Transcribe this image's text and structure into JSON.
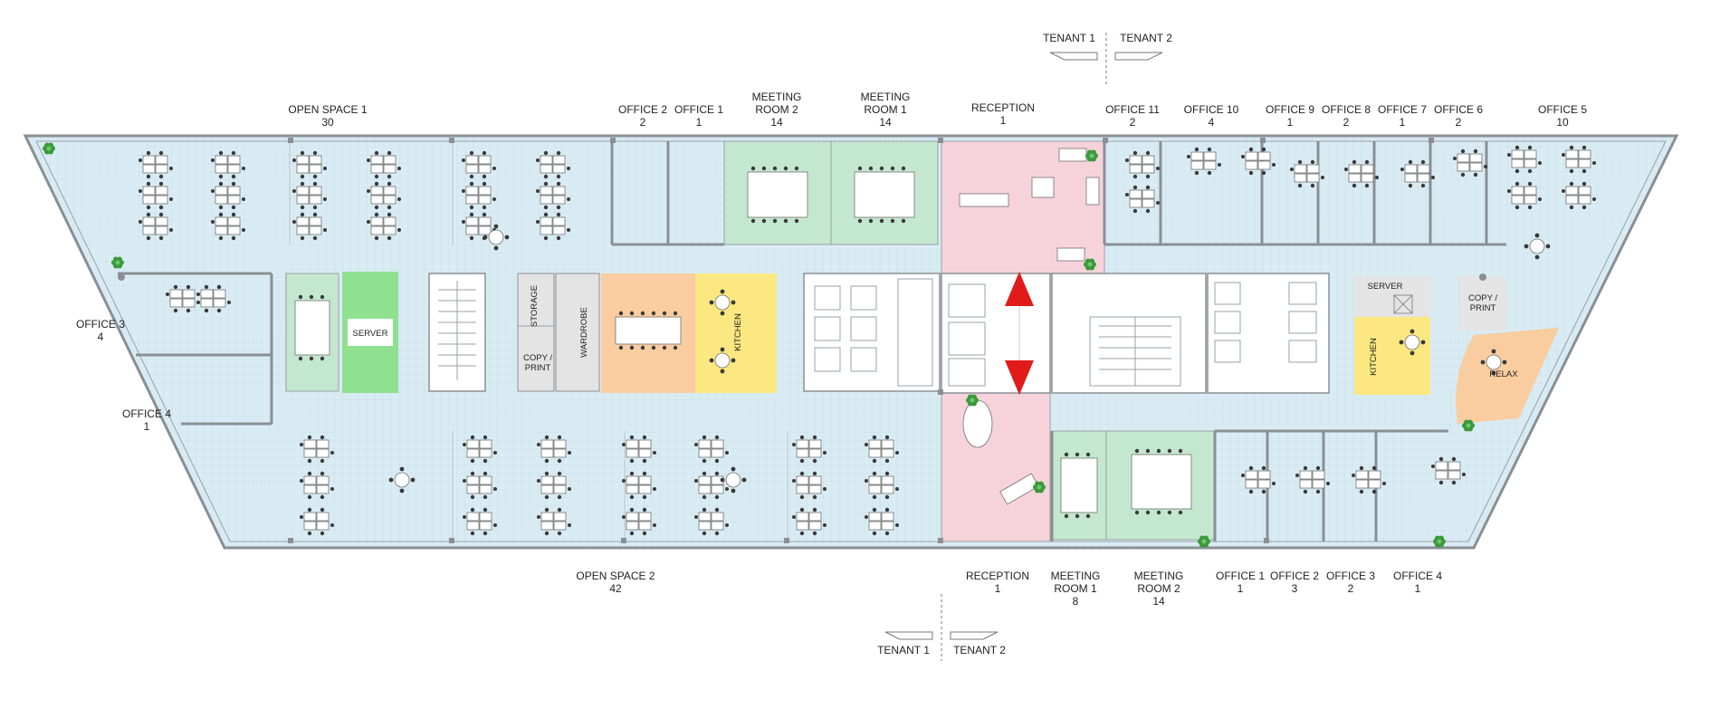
{
  "labels": {
    "open_space_1": {
      "name": "OPEN SPACE 1",
      "count": "30"
    },
    "office_2_t1": {
      "name": "OFFICE 2",
      "count": "2"
    },
    "office_1_t1": {
      "name": "OFFICE 1",
      "count": "1"
    },
    "meeting_room_2_t1": {
      "line1": "MEETING",
      "line2": "ROOM 2",
      "count": "14"
    },
    "meeting_room_1_t1": {
      "line1": "MEETING",
      "line2": "ROOM 1",
      "count": "14"
    },
    "reception_top": {
      "name": "RECEPTION",
      "count": "1"
    },
    "office_11": {
      "name": "OFFICE 11",
      "count": "2"
    },
    "office_10": {
      "name": "OFFICE 10",
      "count": "4"
    },
    "office_9": {
      "name": "OFFICE 9",
      "count": "1"
    },
    "office_8": {
      "name": "OFFICE 8",
      "count": "2"
    },
    "office_7": {
      "name": "OFFICE 7",
      "count": "1"
    },
    "office_6": {
      "name": "OFFICE 6",
      "count": "2"
    },
    "office_5": {
      "name": "OFFICE 5",
      "count": "10"
    },
    "office_3_t1": {
      "name": "OFFICE 3",
      "count": "4"
    },
    "office_4_t1": {
      "name": "OFFICE 4",
      "count": "1"
    },
    "open_space_2": {
      "name": "OPEN SPACE 2",
      "count": "42"
    },
    "reception_bottom": {
      "name": "RECEPTION",
      "count": "1"
    },
    "meeting_room_1_t2": {
      "line1": "MEETING",
      "line2": "ROOM 1",
      "count": "8"
    },
    "meeting_room_2_t2": {
      "line1": "MEETING",
      "line2": "ROOM 2",
      "count": "14"
    },
    "office_1_t2": {
      "name": "OFFICE 1",
      "count": "1"
    },
    "office_2_t2": {
      "name": "OFFICE 2",
      "count": "3"
    },
    "office_3_t2": {
      "name": "OFFICE 3",
      "count": "2"
    },
    "office_4_t2": {
      "name": "OFFICE 4",
      "count": "1"
    }
  },
  "tenants": {
    "tenant_1": "TENANT 1",
    "tenant_2": "TENANT 2"
  },
  "rooms": {
    "server_left": "SERVER",
    "storage": "STORAGE",
    "copy_print_left_1": "COPY /",
    "copy_print_left_2": "PRINT",
    "wardrobe": "WARDROBE",
    "kitchen_left": "KITCHEN",
    "server_right": "SERVER",
    "kitchen_right": "KITCHEN",
    "copy_print_right_1": "COPY /",
    "copy_print_right_2": "PRINT",
    "relax": "RELAX"
  },
  "colors": {
    "office_fill": "#d9ecf4",
    "meeting_fill": "#c4e8cf",
    "server_fill": "#8fe08f",
    "reception_fill": "#f6d3da",
    "lounge_fill": "#f9cd9f",
    "kitchen_fill": "#fbe880",
    "core_fill": "#ffffff",
    "arrow_red": "#e11a1a",
    "plant_green": "#3a9a3a"
  }
}
